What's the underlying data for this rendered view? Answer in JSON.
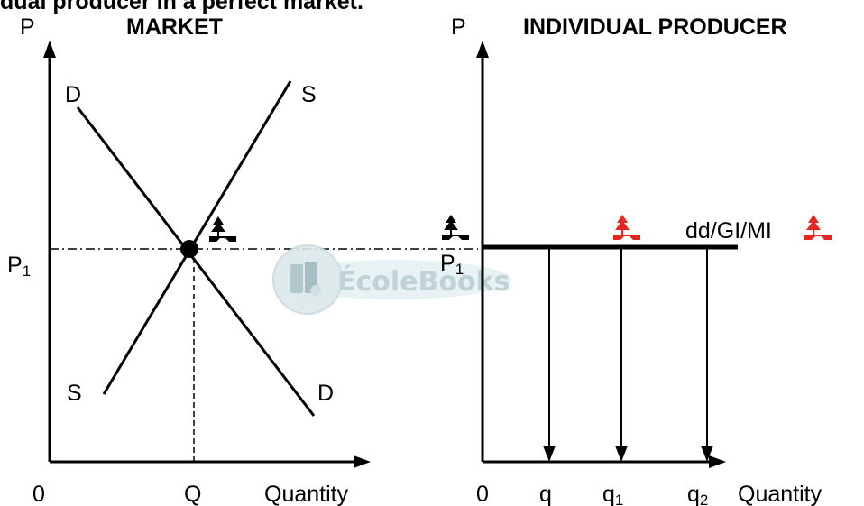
{
  "header": {
    "caption_fragment": "dual producer in a perfect market."
  },
  "market": {
    "title": "MARKET",
    "axis_price": "P",
    "axis_quantity": "Quantity",
    "origin": "0",
    "price_level_main": "P",
    "price_level_sub": "1",
    "quantity_label": "Q",
    "demand_top": "D",
    "demand_bottom": "D",
    "supply_top": "S",
    "supply_bottom": "S"
  },
  "producer": {
    "title": "INDIVIDUAL PRODUCER",
    "axis_price": "P",
    "axis_quantity": "Quantity",
    "origin": "0",
    "price_level_main": "P",
    "price_level_sub": "1",
    "curve_label": "dd/GI/MI",
    "q_main": "q",
    "q1_main": "q",
    "q1_sub": "1",
    "q2_main": "q",
    "q2_sub": "2"
  },
  "watermark": {
    "text": "ÉcoleBooks"
  },
  "colors": {
    "ink": "#000000",
    "marker_red": "#e8251f",
    "watermark": "#b9cfd3"
  }
}
